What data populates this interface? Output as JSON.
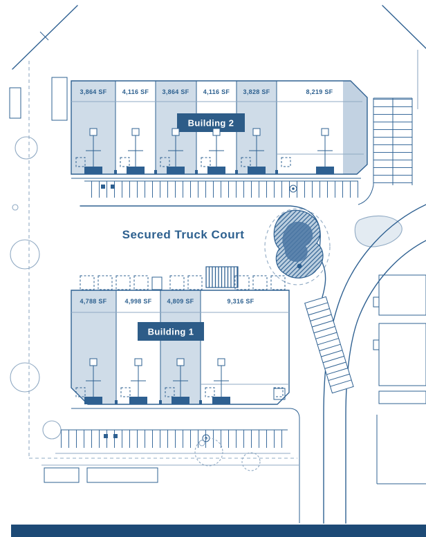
{
  "meta": {
    "title": "Industrial Site Plan"
  },
  "colors": {
    "line": "#2e6091",
    "unit_shade": "#cfdce8",
    "label_bg": "#2d5c88",
    "label_text": "#ffffff",
    "text_blue": "#2d608f",
    "footer_bar": "#1d4a76"
  },
  "labels": {
    "truck_court": "Secured Truck Court"
  },
  "buildings": [
    {
      "name": "Building 2",
      "units": [
        "3,864 SF",
        "4,116 SF",
        "3,864 SF",
        "4,116 SF",
        "3,828 SF",
        "8,219 SF"
      ]
    },
    {
      "name": "Building 1",
      "units": [
        "4,788 SF",
        "4,998 SF",
        "4,809 SF",
        "9,316 SF"
      ]
    }
  ]
}
